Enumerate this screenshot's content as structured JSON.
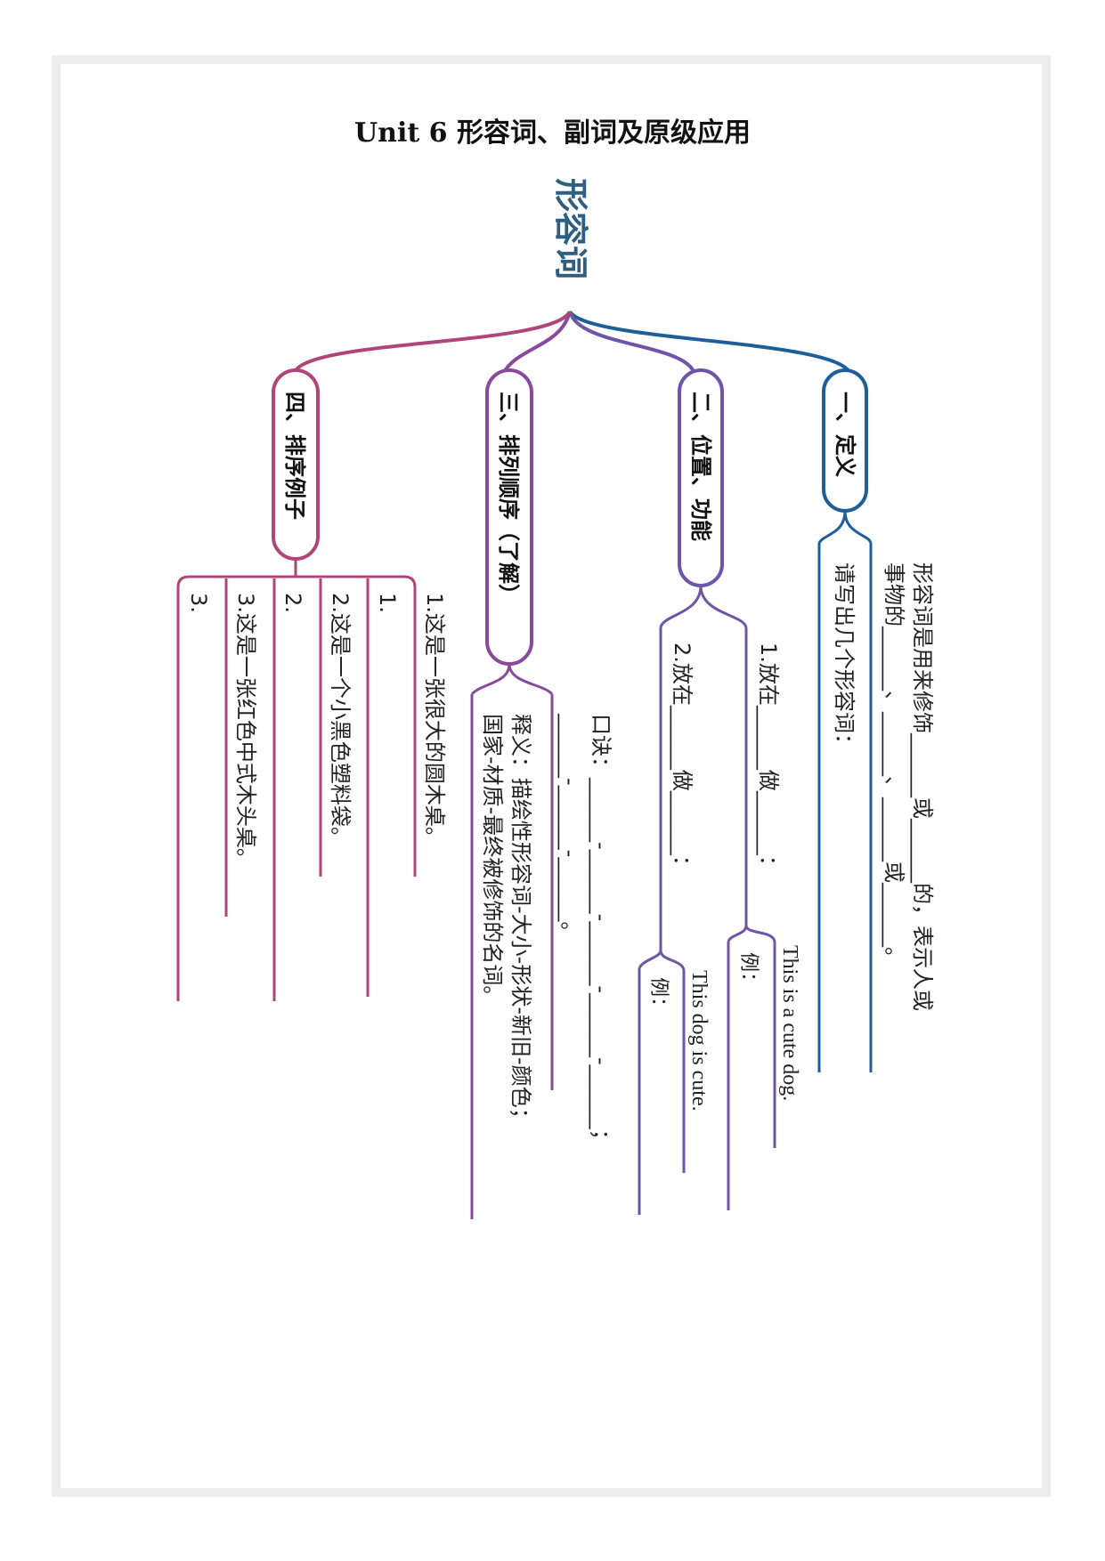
{
  "title": "Unit 6  形容词、副词及原级应用",
  "root": "形容词",
  "colors": {
    "b1": "#1f5f99",
    "b2": "#6e55a8",
    "b3": "#8a4a9c",
    "b4": "#b0457a",
    "root": "#2f5f80"
  },
  "branches": {
    "b1": {
      "label": "一、定义",
      "line1a": "形容词是用来修饰______或______的，表示人或",
      "line1b": "事物的______、______、______或______。",
      "line2": "请写出几个形容词："
    },
    "b2": {
      "label": "二、位置、功能",
      "item1": "1.放在______做______：",
      "item1_ex_label": "例：",
      "item1_ex": "This is a cute dog.",
      "item2": "2.放在______做______：",
      "item2_ex_label": "例：",
      "item2_ex": "This dog is cute."
    },
    "b3": {
      "label": "三、排列顺序（了解）",
      "mnemonic": "口诀：______-______-______-______-______；",
      "mnemonic2": "______-______-______。",
      "explain": "释义：描绘性形容词-大小-形状-新旧-颜色；",
      "explain2": "国家-材质-最终被修饰的名词。"
    },
    "b4": {
      "label": "四、排序例子",
      "items": [
        "1.这是一张很大的圆木桌。",
        "1.",
        "2.这是一个小黑色塑料袋。",
        "2.",
        "3.这是一张红色中式木头桌。",
        "3."
      ]
    }
  }
}
